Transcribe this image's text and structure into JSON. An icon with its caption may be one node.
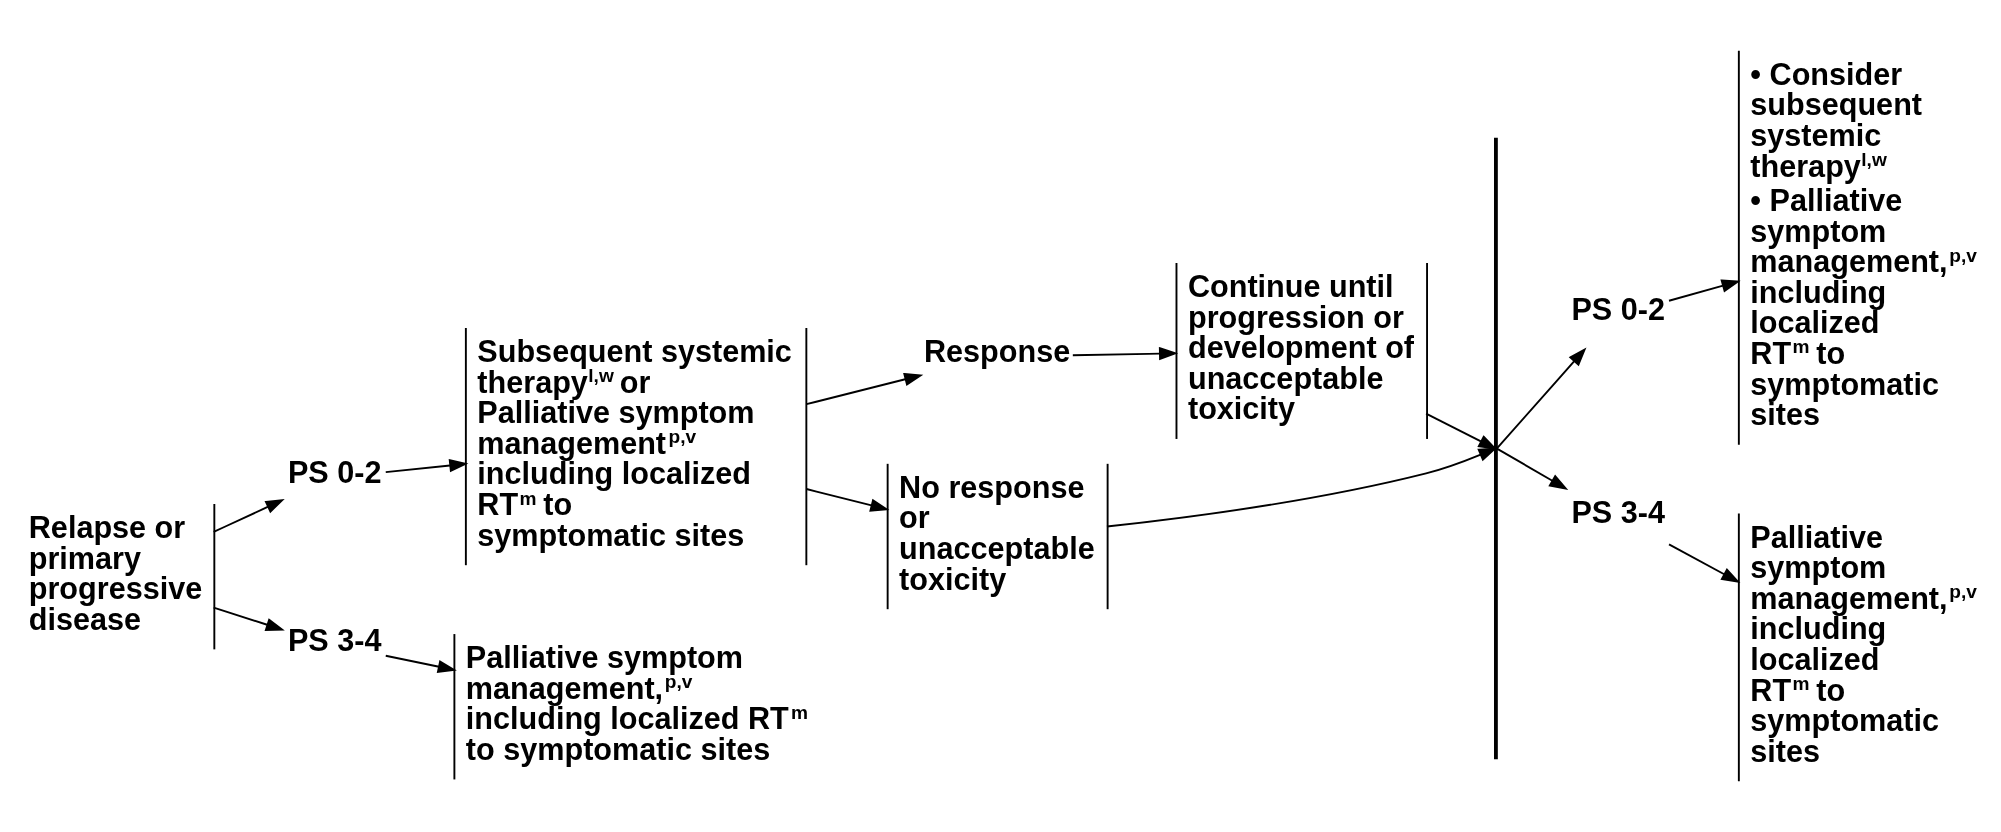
{
  "diagram": {
    "nodes": [
      {
        "text": [
          "Relapse or primary progressive disease"
        ]
      },
      {
        "text": [
          "PS 0-2"
        ]
      },
      {
        "text": [
          "Subsequent systemic therapy$^{l,w}$ or Palliative symptom management$^{p,v}$ including localized RT$^{m}$ to symptomatic sites"
        ]
      },
      {
        "text": [
          "Response"
        ]
      },
      {
        "text": [
          "Continue until progression or development of unacceptable toxicity"
        ]
      },
      {
        "text": [
          "No response or unacceptable toxicity"
        ]
      },
      {
        "text": [],
        "shape": "bar"
      },
      {
        "text": [
          "PS 0-2"
        ]
      },
      {
        "text": [
          "• Consider subsequent systemic therapy$^{l,w}$",
          "• Palliative symptom management,$^{p,v}$ including localized RT$^{m}$ to symptomatic sites"
        ]
      },
      {
        "text": [
          "PS 3-4"
        ]
      },
      {
        "text": [
          "Palliative symptom management,$^{p,v}$ including localized RT$^{m}$ to symptomatic sites"
        ]
      },
      {
        "text": [
          "PS 3-4"
        ]
      },
      {
        "text": [
          "Palliative symptom management,$^{p,v}$ including localized RT$^{m}$ to symptomatic sites"
        ]
      }
    ],
    "edges": [
      {
        "from": 0,
        "to": 1,
        "arrow": "to"
      },
      {
        "from": 0,
        "to": 11,
        "arrow": "to"
      },
      {
        "from": 1,
        "to": 2,
        "arrow": "to"
      },
      {
        "from": 2,
        "to": 3,
        "arrow": "to"
      },
      {
        "from": 2,
        "to": 5,
        "arrow": "to"
      },
      {
        "from": 3,
        "to": 4,
        "arrow": "to"
      },
      {
        "from": 4,
        "to": 6,
        "arrow": "to"
      },
      {
        "from": 5,
        "to": 6,
        "arrow": "to"
      },
      {
        "from": 6,
        "to": 7,
        "arrow": "to"
      },
      {
        "from": 6,
        "to": 9,
        "arrow": "to"
      },
      {
        "from": 7,
        "to": 8,
        "arrow": "to"
      },
      {
        "from": 9,
        "to": 10,
        "arrow": "to"
      },
      {
        "from": 11,
        "to": 12,
        "arrow": "to"
      }
    ]
  }
}
